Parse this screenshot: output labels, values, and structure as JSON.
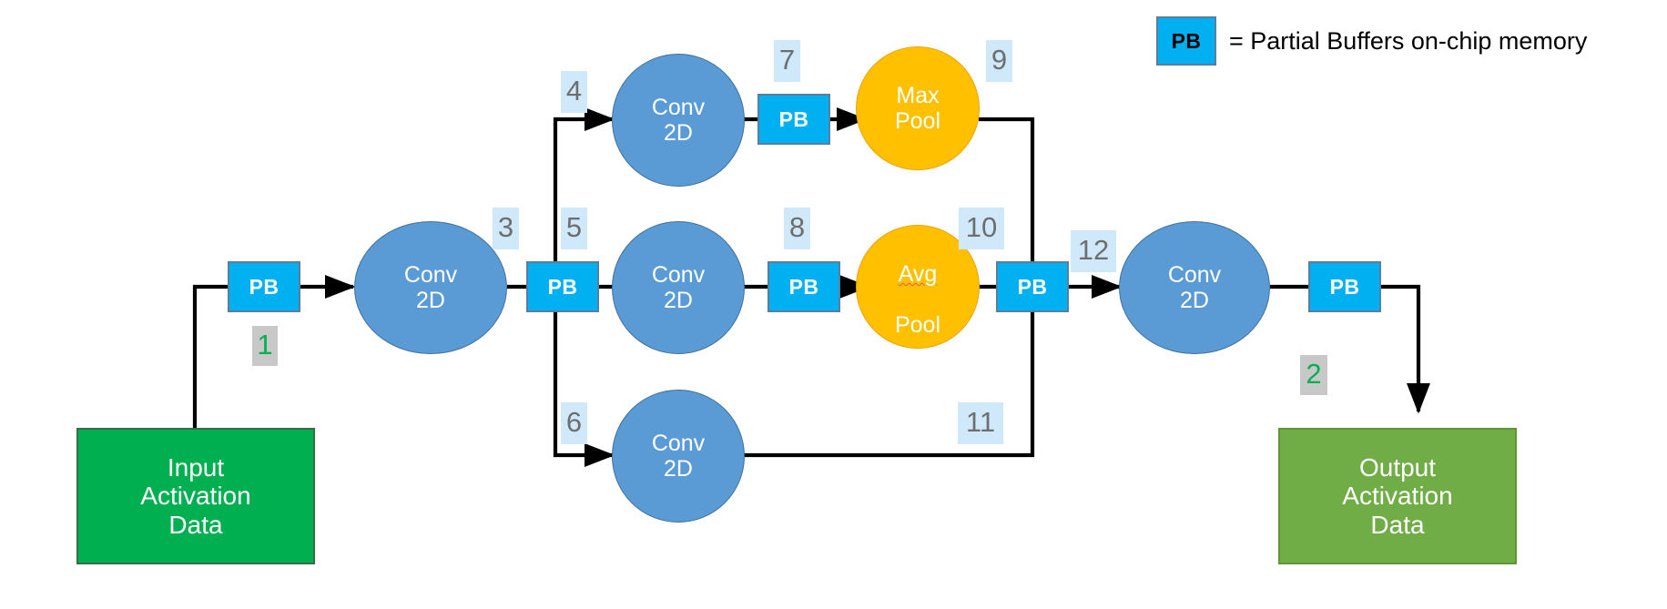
{
  "legend": {
    "chip_label": "PB",
    "description": "= Partial Buffers on-chip memory"
  },
  "nodes": {
    "input_data": "Input\nActivation\nData",
    "output_data": "Output\nActivation\nData",
    "conv_first": "Conv\n2D",
    "conv_top": "Conv\n2D",
    "conv_mid": "Conv\n2D",
    "conv_bottom": "Conv\n2D",
    "conv_last": "Conv\n2D",
    "max_pool": "Max\nPool",
    "avg_pool_line1": "Avg",
    "avg_pool_line2": "Pool",
    "pb": "PB"
  },
  "tags": {
    "t1": "1",
    "t2": "2",
    "t3": "3",
    "t4": "4",
    "t5": "5",
    "t6": "6",
    "t7": "7",
    "t8": "8",
    "t9": "9",
    "t10": "10",
    "t11": "11",
    "t12": "12"
  },
  "colors": {
    "conv_fill": "#5B9BD5",
    "conv_stroke": "#41719C",
    "pool_fill": "#FFC000",
    "pool_stroke": "#F0A30A",
    "pb_fill": "#00B0F0",
    "pb_stroke": "#5B7E9E",
    "input_fill": "#00B050",
    "output_fill": "#70AD47",
    "tag_blue_bg": "#CFE9FA",
    "tag_green_bg": "#C8C8C8",
    "tag_green_text": "#00B050",
    "tag_blue_text": "#6E6E6E",
    "wire": "#000000"
  }
}
